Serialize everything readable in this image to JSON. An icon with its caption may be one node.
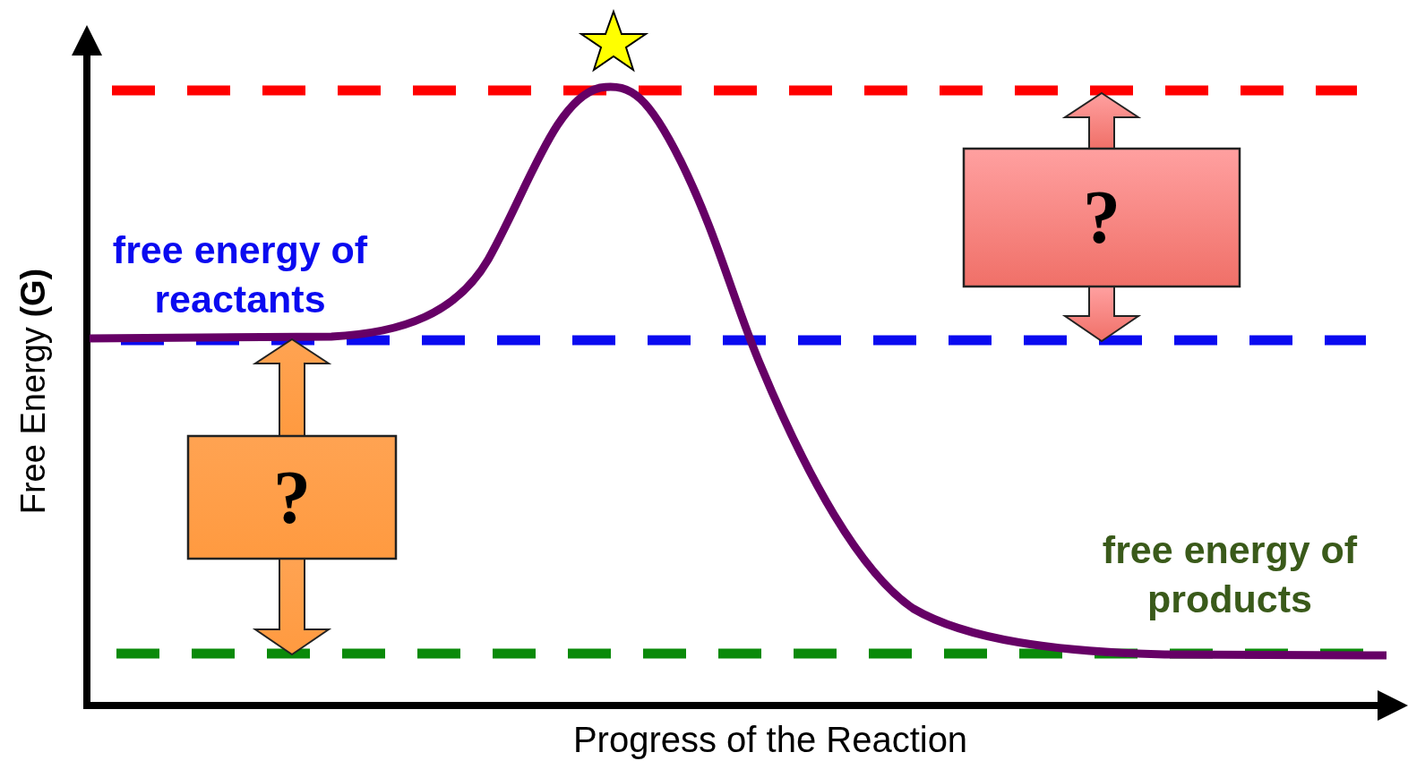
{
  "diagram": {
    "nodes": [
      {
        "text": [
          "free energy of reactants"
        ]
      },
      {
        "text": [
          "?"
        ]
      },
      {
        "text": [
          "?"
        ]
      },
      {
        "text": [
          "free energy of products"
        ]
      }
    ],
    "labels": [
      "Free Energy **(G)**",
      "Progress of the Reaction"
    ]
  }
}
